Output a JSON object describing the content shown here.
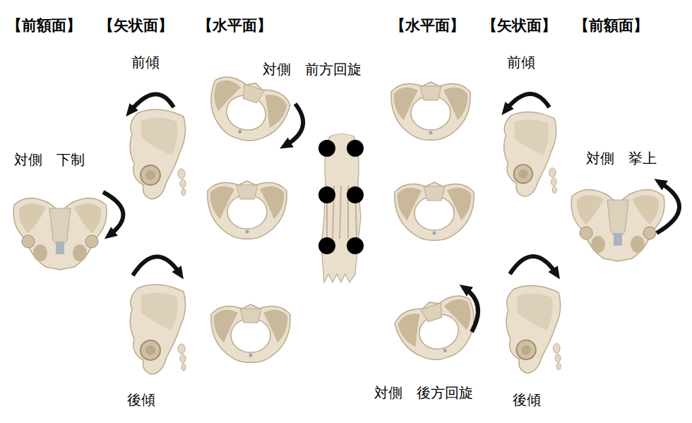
{
  "diagram": {
    "labels": [
      "【前額面】",
      "【矢状面】",
      "【水平面】",
      "【水平面】",
      "【矢状面】",
      "【前額面】",
      "前傾",
      "対側　前方回旋",
      "前傾",
      "対側　下制",
      "対側　挙上",
      "後傾",
      "対側　後方回旋",
      "後傾"
    ]
  }
}
